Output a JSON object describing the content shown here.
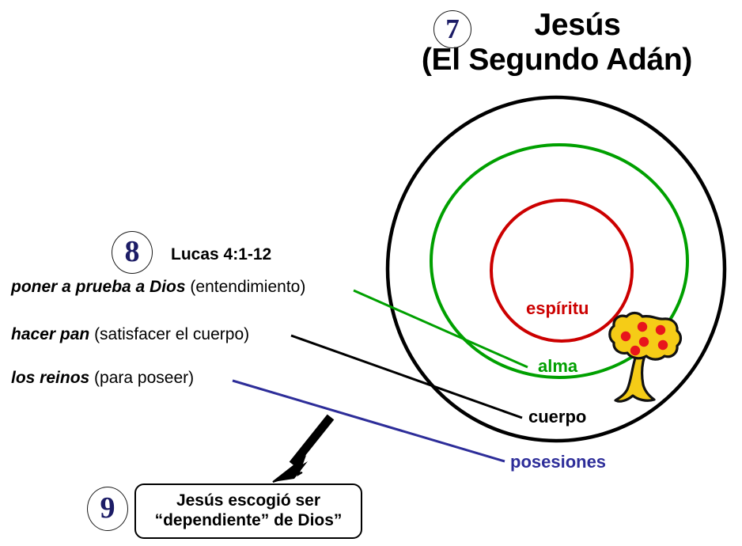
{
  "title": {
    "line1": "Jesús",
    "line2": "(El Segundo Adán)"
  },
  "markers": {
    "seven": "7",
    "eight": "8",
    "nine": "9"
  },
  "scripture": {
    "reference": "Lucas 4:1-12"
  },
  "temptations": [
    {
      "name": "poner a prueba a Dios",
      "gloss": "(entendimiento)"
    },
    {
      "name": "hacer pan",
      "gloss": "(satisfacer el cuerpo)"
    },
    {
      "name": "los reinos",
      "gloss": "(para poseer)"
    }
  ],
  "rings": {
    "espiritu": {
      "label": "espíritu",
      "color": "#cc0000"
    },
    "alma": {
      "label": "alma",
      "color": "#00a000"
    },
    "cuerpo": {
      "label": "cuerpo",
      "color": "#000000"
    },
    "posesiones": {
      "label": "posesiones",
      "color": "#2d2d99"
    }
  },
  "conclusion": {
    "line1": "Jesús escogió ser",
    "line2": "“dependiente” de Dios”"
  },
  "icons": {
    "tree": "tree-icon",
    "arrow": "down-left-arrow-icon"
  },
  "colors": {
    "outer_ring": "#000000",
    "middle_ring": "#00a000",
    "inner_ring": "#cc0000",
    "possessions_line": "#2d2d99",
    "marker_numeral": "#1c1c66",
    "tree_canopy": "#f5cc17",
    "tree_fruit": "#e8151c"
  }
}
